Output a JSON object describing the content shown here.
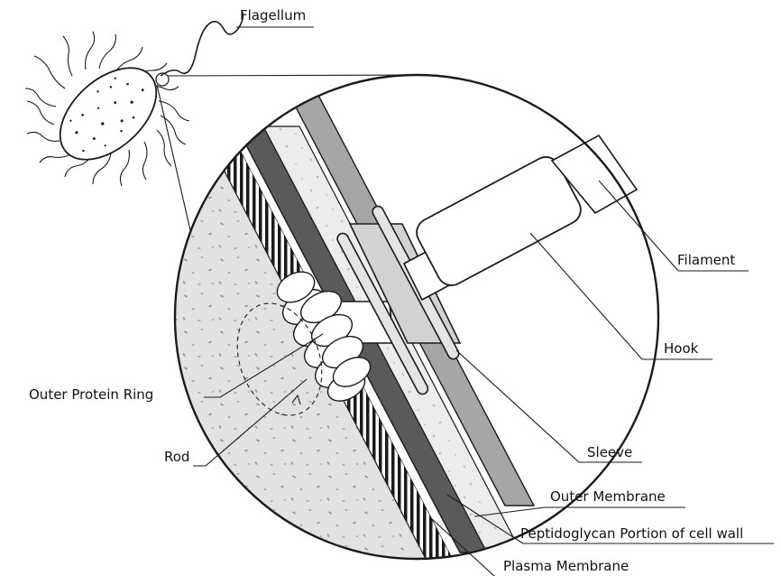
{
  "labels": {
    "flagellum": "Flagellum",
    "filament": "Filament",
    "hook": "Hook",
    "outer_protein_ring": "Outer Protein Ring",
    "rod": "Rod",
    "sleeve": "Sleeve",
    "outer_membrane": "Outer Membrane",
    "peptidoglycan": "Peptidoglycan Portion of cell wall",
    "plasma_membrane": "Plasma Membrane"
  },
  "colors": {
    "line": "#1a1a1a",
    "cytoplasm_fill": "#dedede",
    "outer_membrane_fill": "#a6a6a6",
    "peptidoglycan_fill": "#5a5a5a",
    "periplasm_fill": "#ececec",
    "sleeve_fill": "#d2d2d2",
    "hook_fill": "#ffffff",
    "background": "#ffffff"
  }
}
